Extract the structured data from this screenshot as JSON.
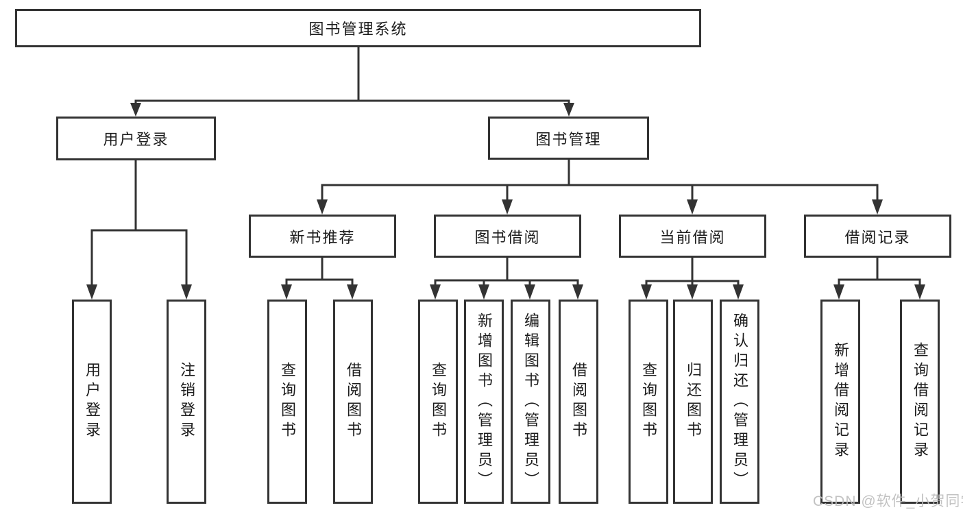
{
  "diagram": {
    "title": "图书管理系统",
    "branches": [
      "用户登录",
      "图书管理"
    ],
    "modules": [
      "新书推荐",
      "图书借阅",
      "当前借阅",
      "借阅记录"
    ],
    "leaves": {
      "user_login": [
        "用户登录",
        "注销登录"
      ],
      "new_book_recommend": [
        "查询图书",
        "借阅图书"
      ],
      "book_borrow": [
        "查询图书",
        "新增图书（管理员）",
        "编辑图书（管理员）",
        "借阅图书"
      ],
      "current_borrow": [
        "查询图书",
        "归还图书",
        "确认归还（管理员）"
      ],
      "borrow_records": [
        "新增借阅记录",
        "查询借阅记录"
      ]
    }
  },
  "watermark": "CSDN @软件_小贺同学",
  "colors": {
    "line": "#333333",
    "text": "#1c1c1c",
    "background": "#ffffff",
    "watermark": "#bdbdbd"
  }
}
